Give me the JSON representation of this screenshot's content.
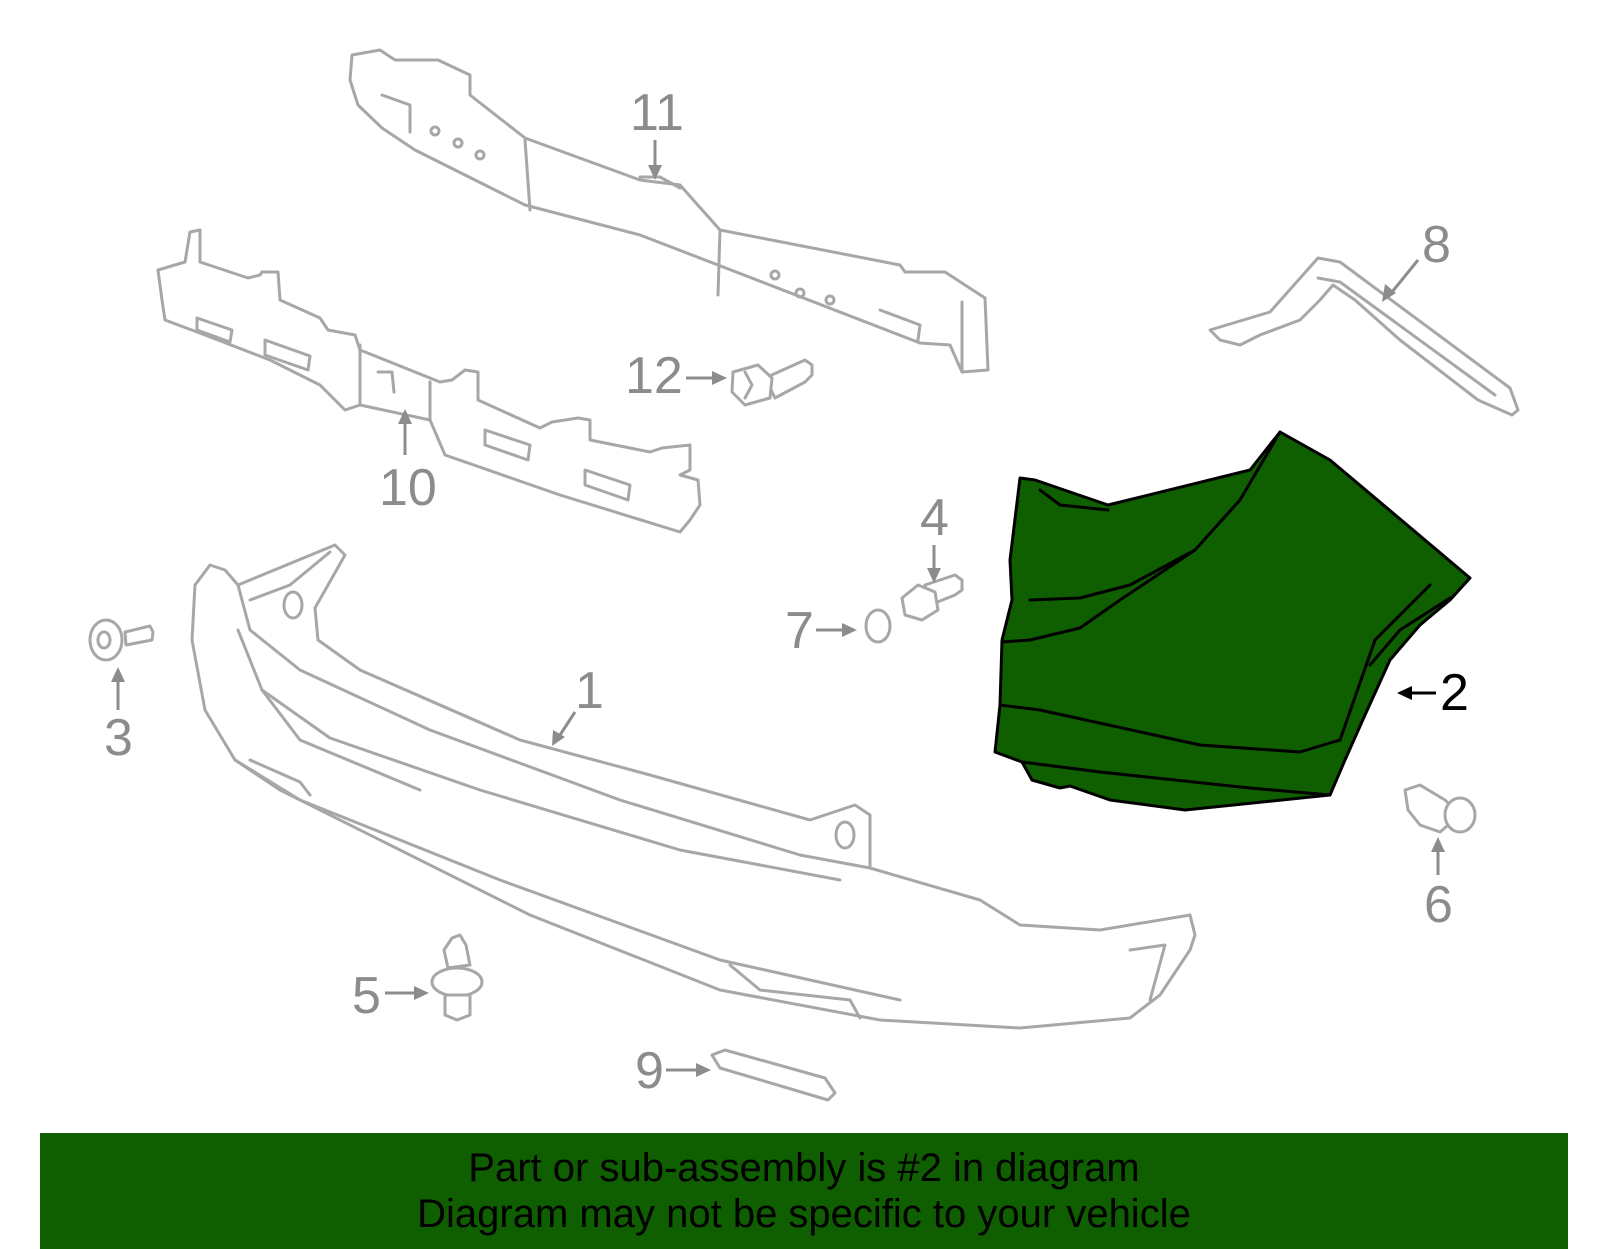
{
  "callouts": {
    "c1": "1",
    "c2": "2",
    "c3": "3",
    "c4": "4",
    "c5": "5",
    "c6": "6",
    "c7": "7",
    "c8": "8",
    "c9": "9",
    "c10": "10",
    "c11": "11",
    "c12": "12"
  },
  "highlighted_part": "2",
  "colors": {
    "highlight": "#0f5e00",
    "part_outline": "#a7a7a7",
    "callout_text": "#8c8c8c"
  },
  "banner": {
    "line1": "Part or sub-assembly is #2 in diagram",
    "line2": "Diagram may not be specific to your vehicle"
  }
}
